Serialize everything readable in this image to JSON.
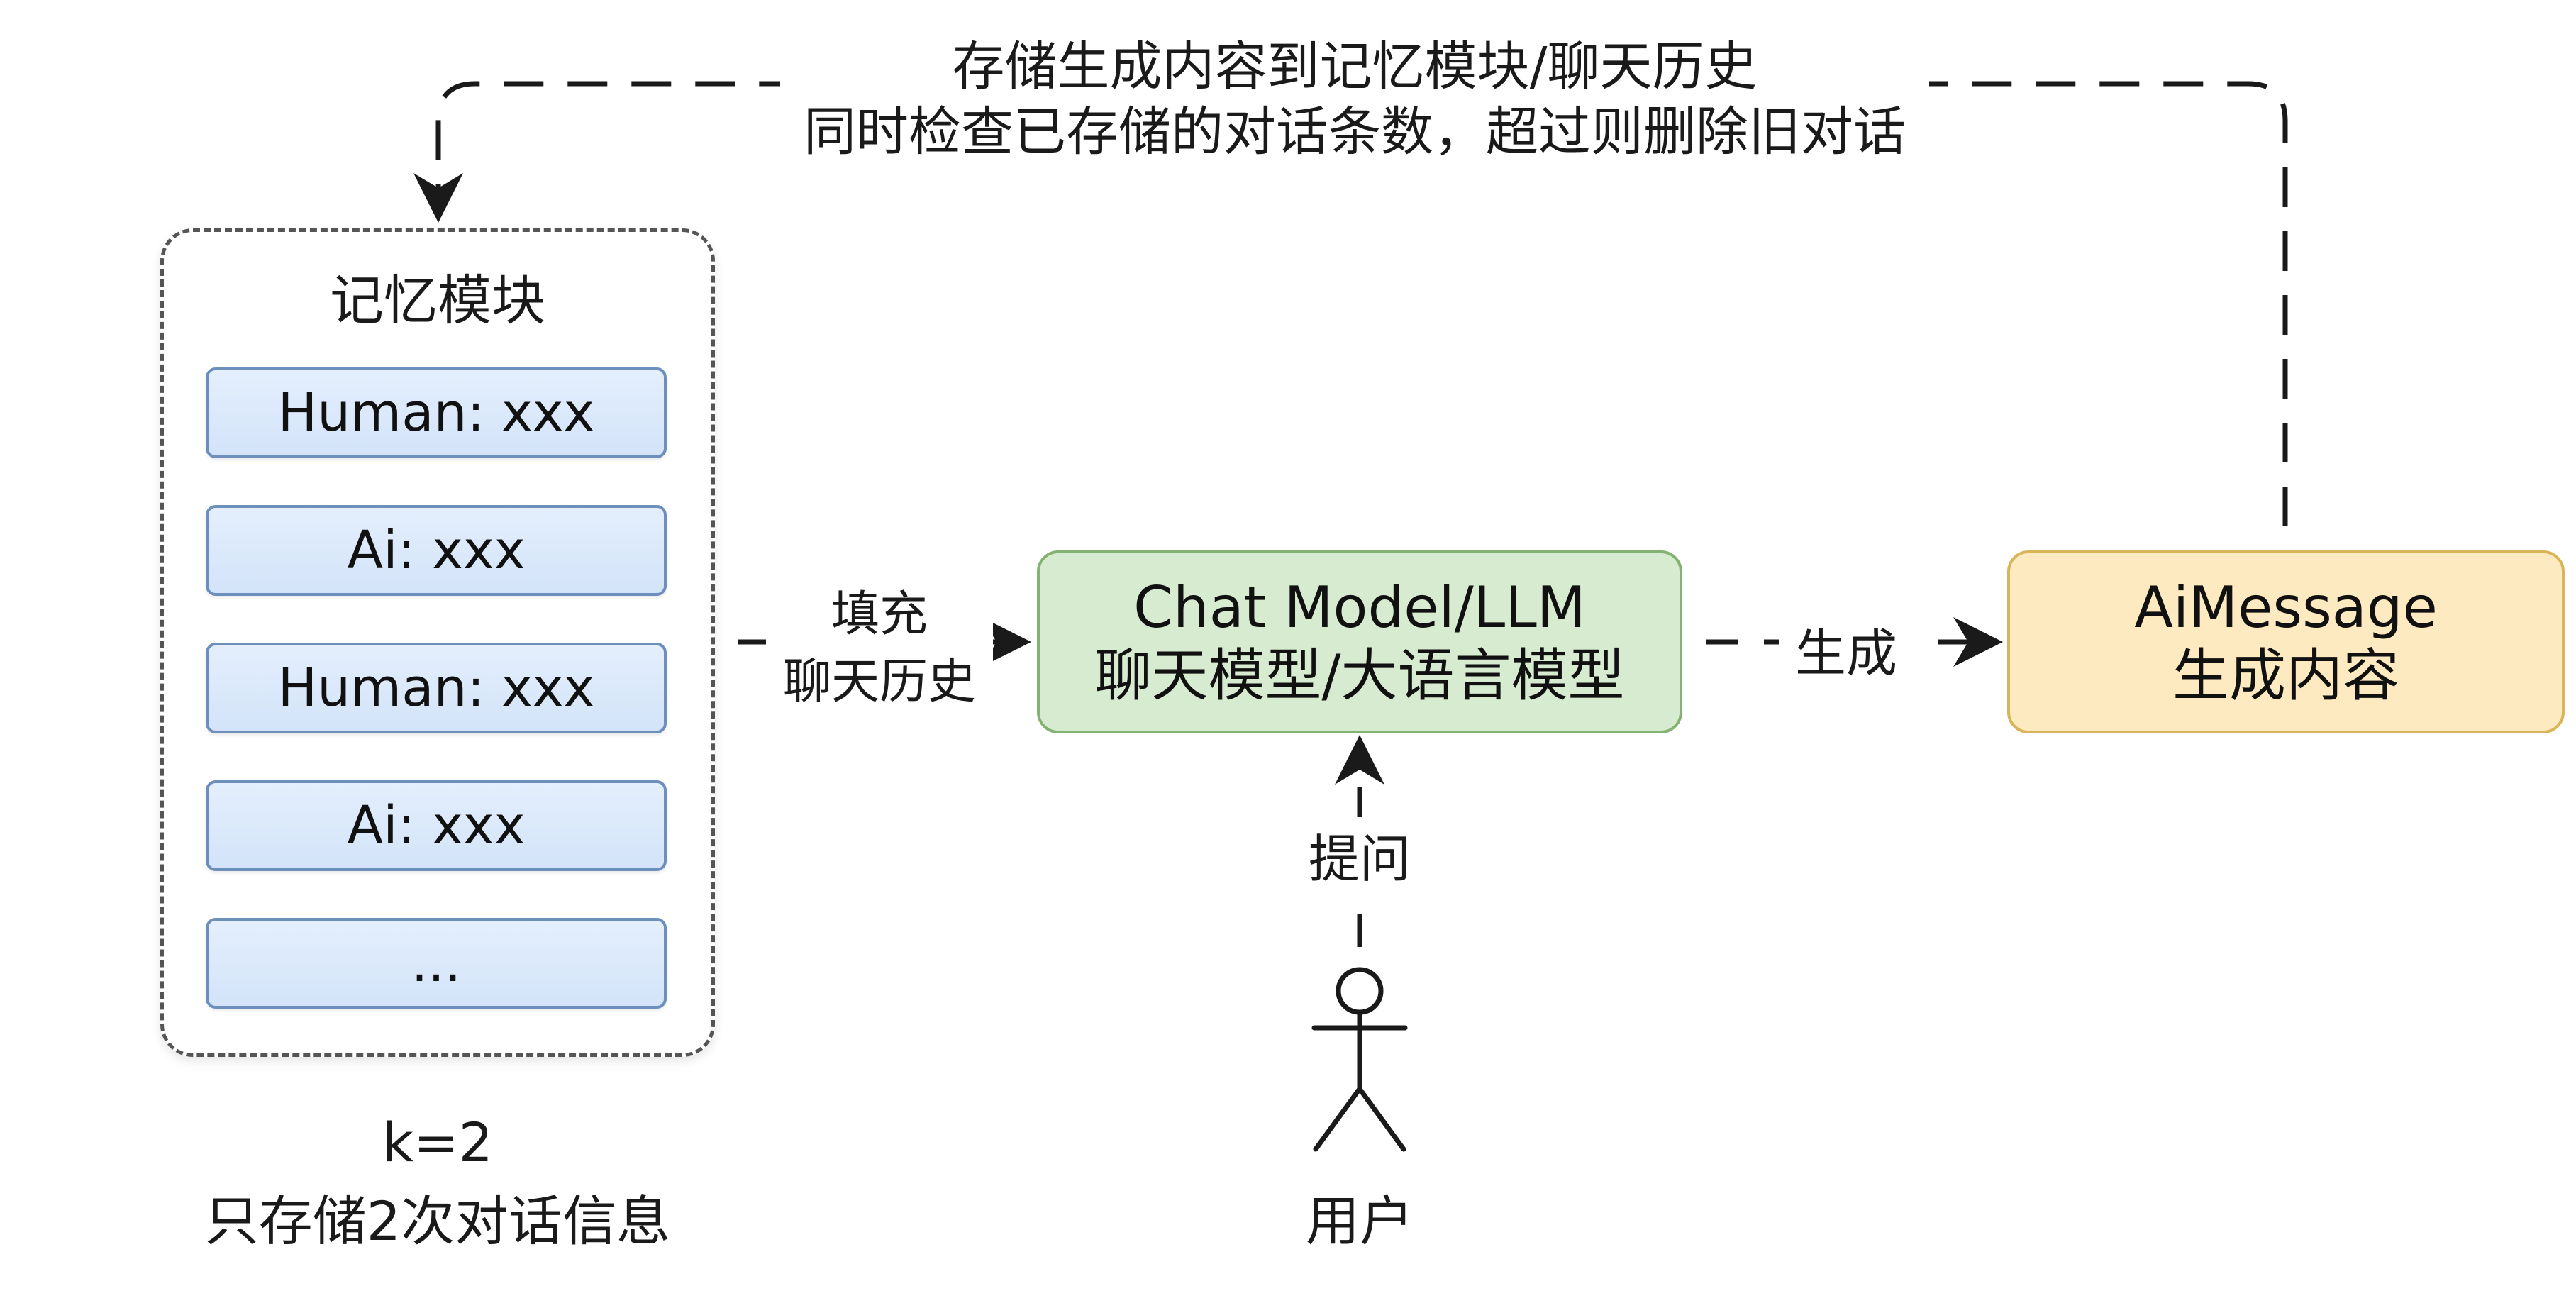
{
  "feedback_label": {
    "line1": "存储生成内容到记忆模块/聊天历史",
    "line2": "同时检查已存储的对话条数，超过则删除旧对话"
  },
  "memory_module": {
    "title": "记忆模块",
    "slots": [
      "Human: xxx",
      "Ai: xxx",
      "Human: xxx",
      "Ai: xxx",
      "..."
    ],
    "caption_line1": "k=2",
    "caption_line2": "只存储2次对话信息"
  },
  "fill_label": {
    "line1": "填充",
    "line2": "聊天历史"
  },
  "chat_model": {
    "line1": "Chat Model/LLM",
    "line2": "聊天模型/大语言模型"
  },
  "generate_label": "生成",
  "ai_message": {
    "line1": "AiMessage",
    "line2": "生成内容"
  },
  "ask_label": "提问",
  "user_label": "用户",
  "colors": {
    "memory_slot_fill": "#d9e7fb",
    "memory_slot_border": "#6d8fbc",
    "chat_model_fill": "#d7ebd1",
    "chat_model_border": "#84b272",
    "ai_message_fill": "#fdeac0",
    "ai_message_border": "#d9b55a",
    "line": "#1a1a1a"
  }
}
